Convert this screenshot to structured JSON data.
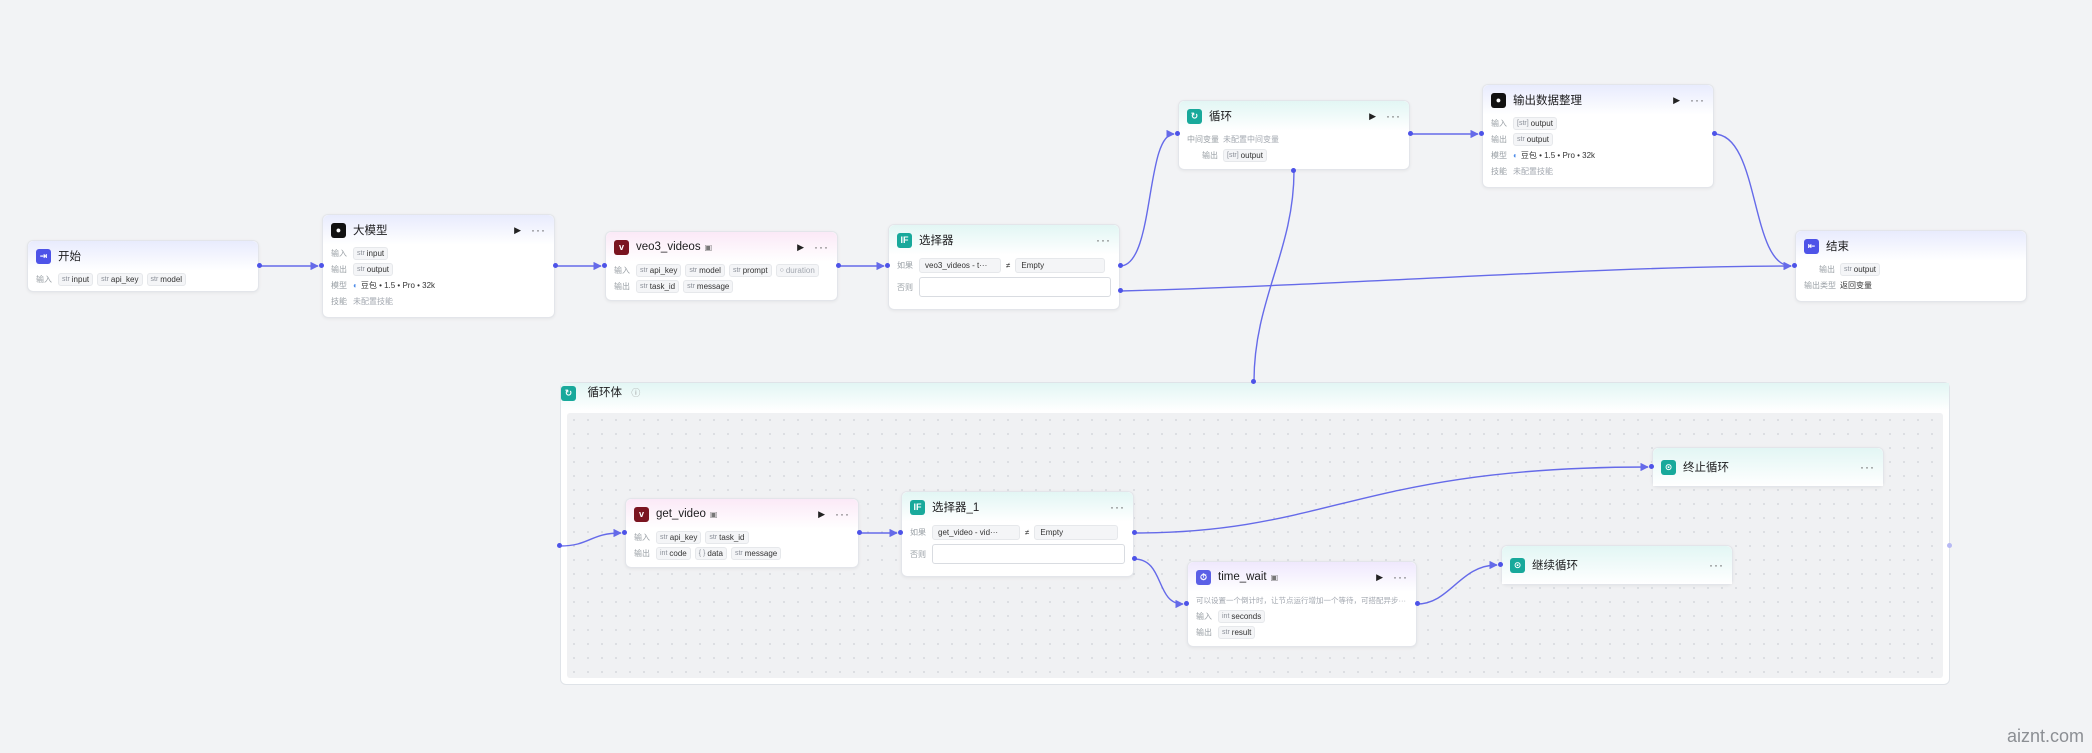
{
  "nodes": {
    "start": {
      "title": "开始",
      "in_label": "输入",
      "params": [
        "input",
        "api_key",
        "model"
      ]
    },
    "llm": {
      "title": "大模型",
      "in_label": "输入",
      "input": "input",
      "out_label": "输出",
      "output": "output",
      "model_label": "模型",
      "model": "豆包 • 1.5 • Pro • 32k",
      "skill_label": "技能",
      "skill": "未配置技能"
    },
    "veo3": {
      "title": "veo3_videos",
      "in_label": "输入",
      "inputs": [
        "api_key",
        "model",
        "prompt",
        "duration"
      ],
      "out_label": "输出",
      "outputs": [
        "task_id",
        "message"
      ]
    },
    "selector": {
      "title": "选择器",
      "if_label": "如果",
      "var": "veo3_videos - t···",
      "op": "≠",
      "value": "Empty",
      "else_label": "否则"
    },
    "loop": {
      "title": "循环",
      "mid_label": "中间变量",
      "mid_value": "未配置中间变量",
      "out_label": "输出",
      "output": "output"
    },
    "organize": {
      "title": "输出数据整理",
      "in_label": "输入",
      "input": "output",
      "out_label": "输出",
      "output": "output",
      "model_label": "模型",
      "model": "豆包 • 1.5 • Pro • 32k",
      "skill_label": "技能",
      "skill": "未配置技能"
    },
    "end": {
      "title": "结束",
      "out_label": "输出",
      "output": "output",
      "content_label": "输出类型",
      "content": "返回变量"
    },
    "loop_body": {
      "title": "循环体"
    },
    "get_video": {
      "title": "get_video",
      "in_label": "输入",
      "inputs": [
        "api_key",
        "task_id"
      ],
      "out_label": "输出",
      "outputs": [
        "code",
        "data",
        "message"
      ]
    },
    "selector1": {
      "title": "选择器_1",
      "if_label": "如果",
      "var": "get_video - vid···",
      "op": "≠",
      "value": "Empty",
      "else_label": "否则"
    },
    "stop_loop": {
      "title": "终止循环"
    },
    "time_wait": {
      "title": "time_wait",
      "desc": "可以设置一个倒计时，让节点运行增加一个等待，可搭配异步···",
      "in_label": "输入",
      "input": "seconds",
      "out_label": "输出",
      "output": "result"
    },
    "continue_loop": {
      "title": "继续循环"
    }
  },
  "colors": {
    "accent": "#4d53e8",
    "teal": "#18a99b"
  },
  "watermark": "aiznt.com"
}
